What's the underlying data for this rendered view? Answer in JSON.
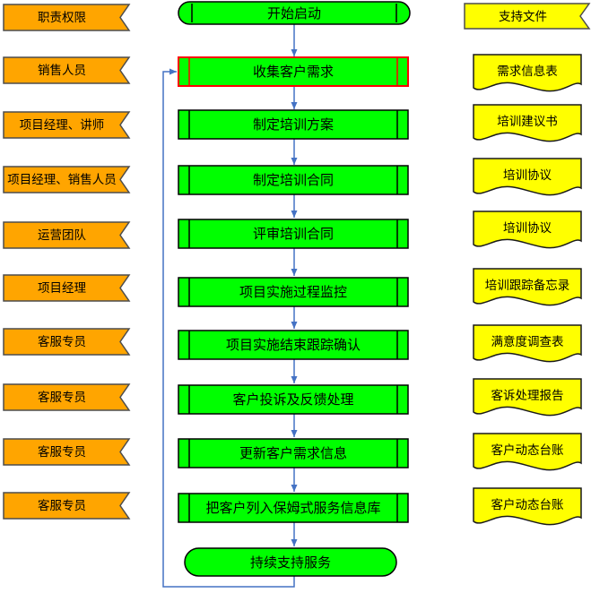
{
  "diagram": {
    "roles": {
      "header": "职责权限",
      "items": [
        "销售人员",
        "项目经理、讲师",
        "项目经理、销售人员",
        "运营团队",
        "项目经理",
        "客服专员",
        "客服专员",
        "客服专员",
        "客服专员"
      ]
    },
    "process": {
      "start": "开始启动",
      "steps": [
        "收集客户需求",
        "制定培训方案",
        "制定培训合同",
        "评审培训合同",
        "项目实施过程监控",
        "项目实施结束跟踪确认",
        "客户投诉及反馈处理",
        "更新客户需求信息",
        "把客户列入保姆式服务信息库"
      ],
      "end": "持续支持服务"
    },
    "documents": {
      "header": "支持文件",
      "items": [
        "需求信息表",
        "培训建议书",
        "培训协议",
        "培训协议",
        "培训跟踪备忘录",
        "满意度调查表",
        "客诉处理报告",
        "客户动态台账",
        "客户动态台账"
      ]
    },
    "colors": {
      "role_fill": "#FFA500",
      "process_fill": "#00FF00",
      "document_fill": "#FFFF00",
      "process_stroke": "#000000",
      "highlight_stroke": "#FF0000",
      "banner_stroke": "#4D4D4D",
      "connector": "#4472C4"
    }
  }
}
